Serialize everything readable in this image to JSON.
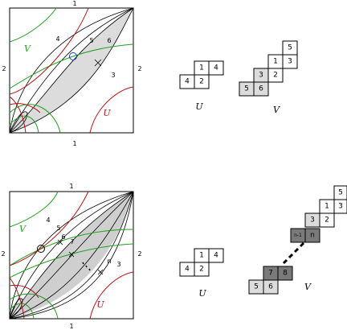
{
  "top": {
    "square": {
      "side_labels": {
        "top": "1",
        "bottom": "1",
        "left": "2",
        "right": "2"
      },
      "region_labels": {
        "v": "V",
        "u": "U"
      },
      "curve_labels": [
        "4",
        "5",
        "6",
        "3"
      ]
    },
    "u_table": {
      "label": "U",
      "cells": [
        "1",
        "4",
        "4",
        "2"
      ]
    },
    "v_table": {
      "label": "V",
      "cells": [
        "5",
        "1",
        "3",
        "3",
        "2",
        "5",
        "6"
      ]
    }
  },
  "bottom": {
    "square": {
      "side_labels": {
        "top": "1",
        "bottom": "1",
        "left": "2",
        "right": "2"
      },
      "region_labels": {
        "v": "V",
        "u": "U"
      },
      "curve_labels": [
        "4",
        "5",
        "6",
        "7",
        "n",
        "3"
      ]
    },
    "u_table": {
      "label": "U",
      "cells": [
        "1",
        "4",
        "4",
        "2"
      ]
    },
    "v_table": {
      "label": "V",
      "cells": [
        "5",
        "1",
        "3",
        "3",
        "2",
        "n-1",
        "n",
        "7",
        "8",
        "5",
        "6"
      ]
    }
  },
  "colors": {
    "green": "#22a022",
    "red": "#b01515",
    "blue": "#1a3cc8",
    "light_gray": "#dcdcdc",
    "dark_gray": "#7a7a7a"
  }
}
